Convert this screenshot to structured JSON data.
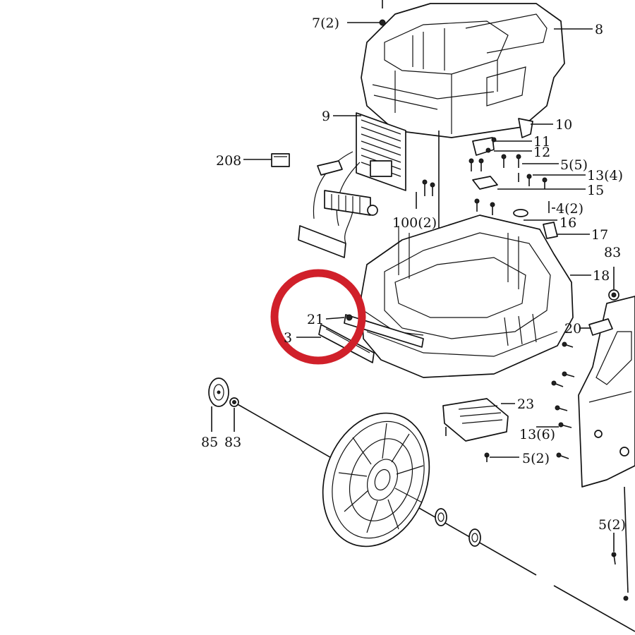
{
  "labels": {
    "p7": "7(2)",
    "p8": "8",
    "p9": "9",
    "p10": "10",
    "p11": "11",
    "p12": "12",
    "p208": "208",
    "p5_5": "5(5)",
    "p13_4": "13(4)",
    "p15": "15",
    "p100": "100(2)",
    "p4_2": "4(2)",
    "p16": "16",
    "p17": "17",
    "p83_right": "83",
    "p18": "18",
    "p21": "21",
    "p3": "3",
    "p20": "20",
    "p23": "23",
    "p85": "85",
    "p83_left": "83",
    "p13_6": "13(6)",
    "p5_2_mid": "5(2)",
    "p5_2_right": "5(2)"
  },
  "highlight_color": "#d0202a"
}
